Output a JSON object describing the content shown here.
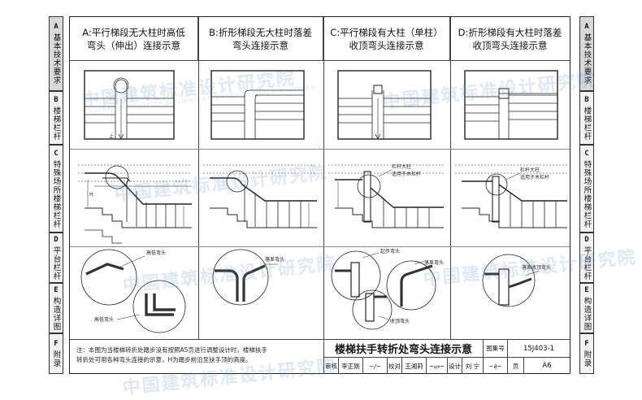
{
  "side_tabs": [
    {
      "letter": "A",
      "label": "基本技术要求"
    },
    {
      "letter": "B",
      "label": "楼梯栏杆"
    },
    {
      "letter": "C",
      "label": "特殊场所楼梯栏杆"
    },
    {
      "letter": "D",
      "label": "平台栏杆"
    },
    {
      "letter": "E",
      "label": "构造详图"
    },
    {
      "letter": "F",
      "label": "附录"
    }
  ],
  "columns": [
    {
      "line1": "A:平行梯段无大柱时高低",
      "line2": "弯头（伸出）连接示意"
    },
    {
      "line1": "B:折形梯段无大柱时落差",
      "line2": "弯头连接示意"
    },
    {
      "line1": "C:平行梯段有大柱（单柱）",
      "line2": "收顶弯头连接示意"
    },
    {
      "line1": "D:折形梯段有大柱时落差",
      "line2": "收顶弯头连接示意"
    }
  ],
  "labels": {
    "gaodi_wantou": "高低弯头",
    "gaodi_wantou2": "高低弯头",
    "luocha_wantou": "落差弯头",
    "qibu_wantou": "起步弯头",
    "shouding_wantou": "收顶弯头",
    "luocha_wantou_c": "落差弯头",
    "luocha_shouding": "落差收顶弯头",
    "langan_dazhu_c1": "栏杆大柱",
    "langan_dazhu_c2": "适用于木栏杆",
    "langan_dazhu_d1": "栏杆大柱",
    "langan_dazhu_d2": "适用于木栏杆",
    "shang": "上",
    "H": "H"
  },
  "note": {
    "line1": "注：本图为当楼梯转折处踏步没有按照A5页进行调整设计时，楼梯扶手",
    "line2": "转折处可用各种弯头连接的示意，H为踏步前沿至扶手顶的高度。"
  },
  "title_block": {
    "title": "楼梯扶手转折处弯头连接示意",
    "atlas_label": "图集号",
    "atlas_no": "15J403-1",
    "review_label": "审核",
    "reviewer": "李正刚",
    "check_label": "校对",
    "checker": "王湘莉",
    "design_label": "设计",
    "designer": "刘 宁",
    "page_label": "页",
    "page_no": "A6"
  },
  "watermark": {
    "text": "中国建筑标准设计研究院",
    "sub": "CHINA INSTITUTE OF BUILDING STANDARD DESIGN & RESEARCH"
  }
}
